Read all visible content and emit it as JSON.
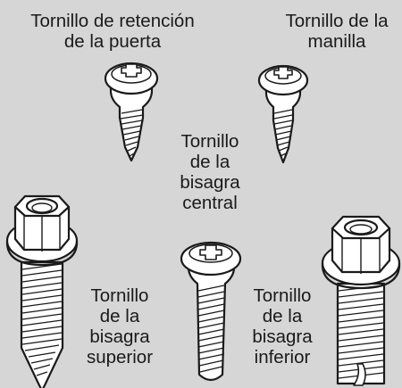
{
  "labels": {
    "door_stop": [
      "Tornillo de retención",
      "de la puerta"
    ],
    "handle": [
      "Tornillo de la",
      "manilla"
    ],
    "center_hinge": [
      "Tornillo",
      "de la",
      "bisagra",
      "central"
    ],
    "upper_hinge": [
      "Tornillo",
      "de la",
      "bisagra",
      "superior"
    ],
    "lower_hinge": [
      "Tornillo",
      "de la",
      "bisagra",
      "inferior"
    ]
  },
  "screws": [
    {
      "name": "door-stop-screw",
      "head": "phillips-pan-head",
      "tip": "pointed"
    },
    {
      "name": "handle-screw",
      "head": "phillips-pan-head",
      "tip": "pointed"
    },
    {
      "name": "center-hinge-screw",
      "head": "phillips-pan-head",
      "tip": "blunt"
    },
    {
      "name": "upper-hinge-screw",
      "head": "hex-flange-head",
      "tip": "pointed"
    },
    {
      "name": "lower-hinge-screw",
      "head": "hex-flange-head",
      "tip": "slotted"
    }
  ],
  "colors": {
    "background": "#d6d6d6",
    "line": "#1a1a1a",
    "fill": "#ffffff"
  }
}
